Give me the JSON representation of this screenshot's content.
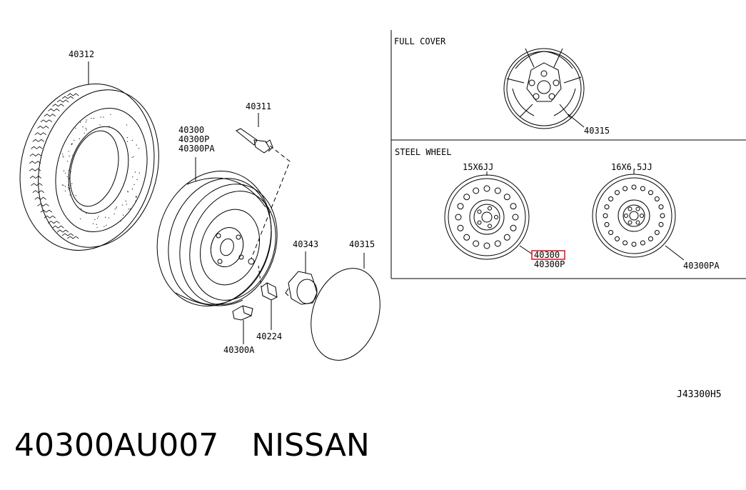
{
  "labels": {
    "tire": "40312",
    "valve": "40311",
    "wheel_a": "40300",
    "wheel_b": "40300P",
    "wheel_c": "40300PA",
    "cap": "40343",
    "cover": "40315",
    "nut": "40224",
    "weight": "40300A"
  },
  "sections": {
    "full_cover": {
      "title": "FULL COVER",
      "part": "40315"
    },
    "steel_wheel": {
      "title": "STEEL WHEEL",
      "wheel1_size": "15X6JJ",
      "wheel1_part_a": "40300",
      "wheel1_part_b": "40300P",
      "wheel2_size": "16X6.5JJ",
      "wheel2_part": "40300PA"
    }
  },
  "diagram_code": "J43300H5",
  "footer": {
    "part_number": "40300AU007",
    "brand": "NISSAN"
  },
  "colors": {
    "highlight": "#e0202a",
    "ink": "#000000"
  }
}
